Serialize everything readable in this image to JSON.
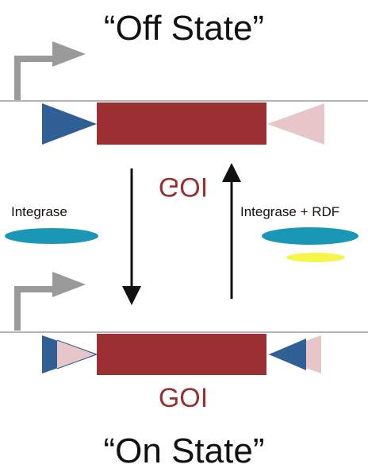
{
  "off_state": {
    "title": "“Off State”",
    "gene_label": "GOI"
  },
  "on_state": {
    "title": "“On State”",
    "gene_label": "GOI"
  },
  "forward_reaction": {
    "label": "Integrase"
  },
  "reverse_reaction": {
    "label": "Integrase + RDF"
  },
  "colors": {
    "dna_line": "#b5b5b5",
    "promoter": "#9a9a9a",
    "gene": "#9b3033",
    "site_blue": "#2f5f95",
    "site_pink": "#e6c6c9",
    "integrase": "#1a97b7",
    "rdf": "#f5f54a",
    "arrow": "#111111"
  }
}
